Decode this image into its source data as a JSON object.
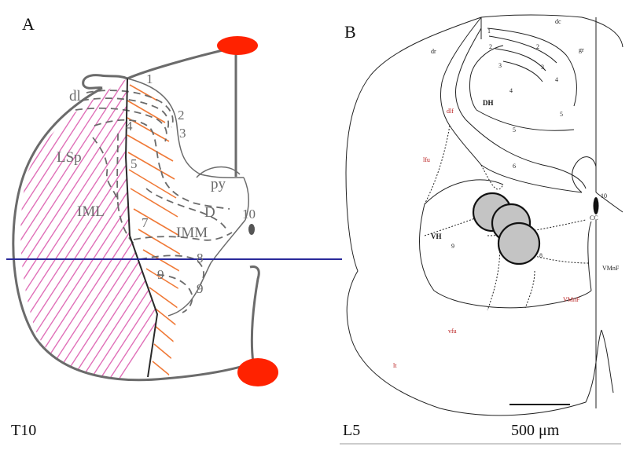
{
  "panel_a": {
    "letter": "A",
    "level": "T10",
    "labels": {
      "lamina1": "1",
      "lamina2": "2",
      "lamina3": "3",
      "lamina4": "4",
      "lamina5": "5",
      "lamina7": "7",
      "lamina8": "8",
      "lamina9a": "9",
      "lamina9b": "9",
      "lamina10": "10",
      "dl": "dl",
      "lsp": "LSp",
      "iml": "IML",
      "py": "py",
      "d": "D",
      "imm": "IMM"
    },
    "colors": {
      "outline": "#6b6b6b",
      "hatch_pink": "#e070b8",
      "hatch_orange": "#f07a38",
      "marker_red": "#ff2200",
      "axis_blue": "#2a2a9a"
    }
  },
  "panel_b": {
    "letter": "B",
    "level": "L5",
    "scale_bar": "500 μm",
    "labels": {
      "dc": "dc",
      "dr": "dr",
      "gr": "gr",
      "l1": "1",
      "l2a": "2",
      "l2b": "2",
      "l3a": "3",
      "l3b": "3",
      "l4a": "4",
      "l4b": "4",
      "l5a": "5",
      "l5b": "5",
      "dlf": "dlf",
      "dh": "DH",
      "lfu": "lfu",
      "l6": "6",
      "l10": "10",
      "cc": "CC",
      "vh": "VH",
      "l9": "9",
      "l8": "8",
      "vmnf_a": "VMnF",
      "vmnf_b": "VMnF",
      "vfu": "vfu",
      "lt": "lt"
    },
    "colors": {
      "lesion_fill": "#c4c4c4",
      "lesion_stroke": "#111111"
    }
  }
}
